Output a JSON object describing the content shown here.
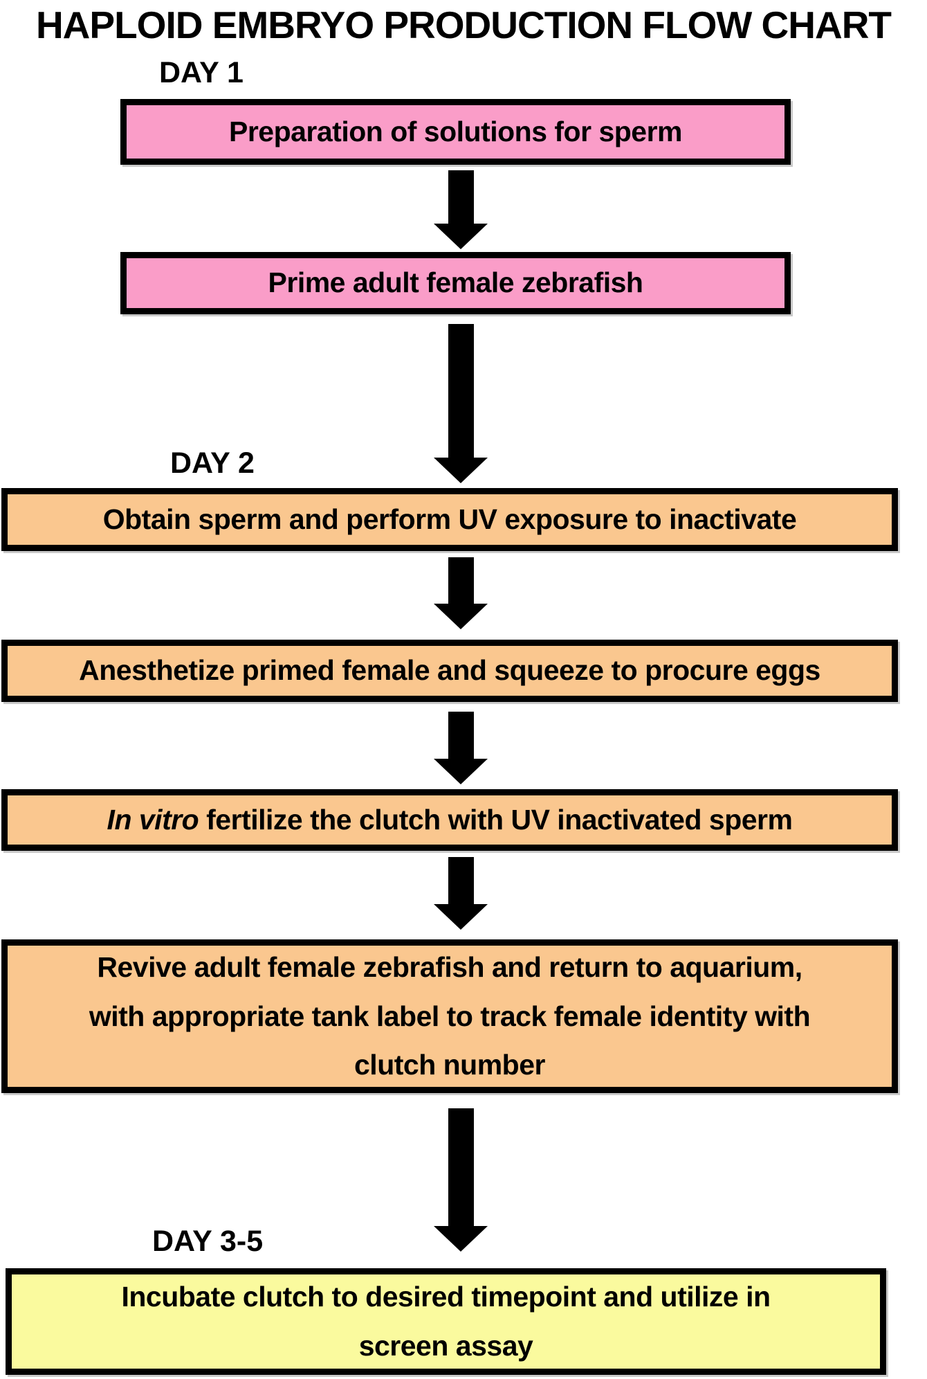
{
  "title": "HAPLOID EMBRYO PRODUCTION FLOW CHART",
  "colors": {
    "pink": "#FA9DC8",
    "orange": "#FAC78F",
    "yellow": "#FAFA9E",
    "border": "#000000"
  },
  "day_labels": {
    "day1": "DAY 1",
    "day2": "DAY 2",
    "day3_5": "DAY 3-5"
  },
  "steps": {
    "prep_solutions": {
      "text": "Preparation of solutions for sperm",
      "color": "pink"
    },
    "prime_female": {
      "text": "Prime adult female zebrafish",
      "color": "pink"
    },
    "obtain_sperm": {
      "text": "Obtain sperm and perform UV exposure to inactivate",
      "color": "orange"
    },
    "anesthetize": {
      "text": "Anesthetize primed female and squeeze to procure eggs",
      "color": "orange"
    },
    "ivf": {
      "italic": "In vitro",
      "rest": "fertilize the clutch with UV inactivated sperm",
      "color": "orange"
    },
    "revive": {
      "lines": [
        "Revive adult female zebrafish and return to aquarium,",
        "with appropriate tank label to track female identity with",
        "clutch number"
      ],
      "color": "orange"
    },
    "incubate": {
      "lines": [
        "Incubate clutch to desired timepoint and utilize in",
        "screen assay"
      ],
      "color": "yellow"
    }
  }
}
